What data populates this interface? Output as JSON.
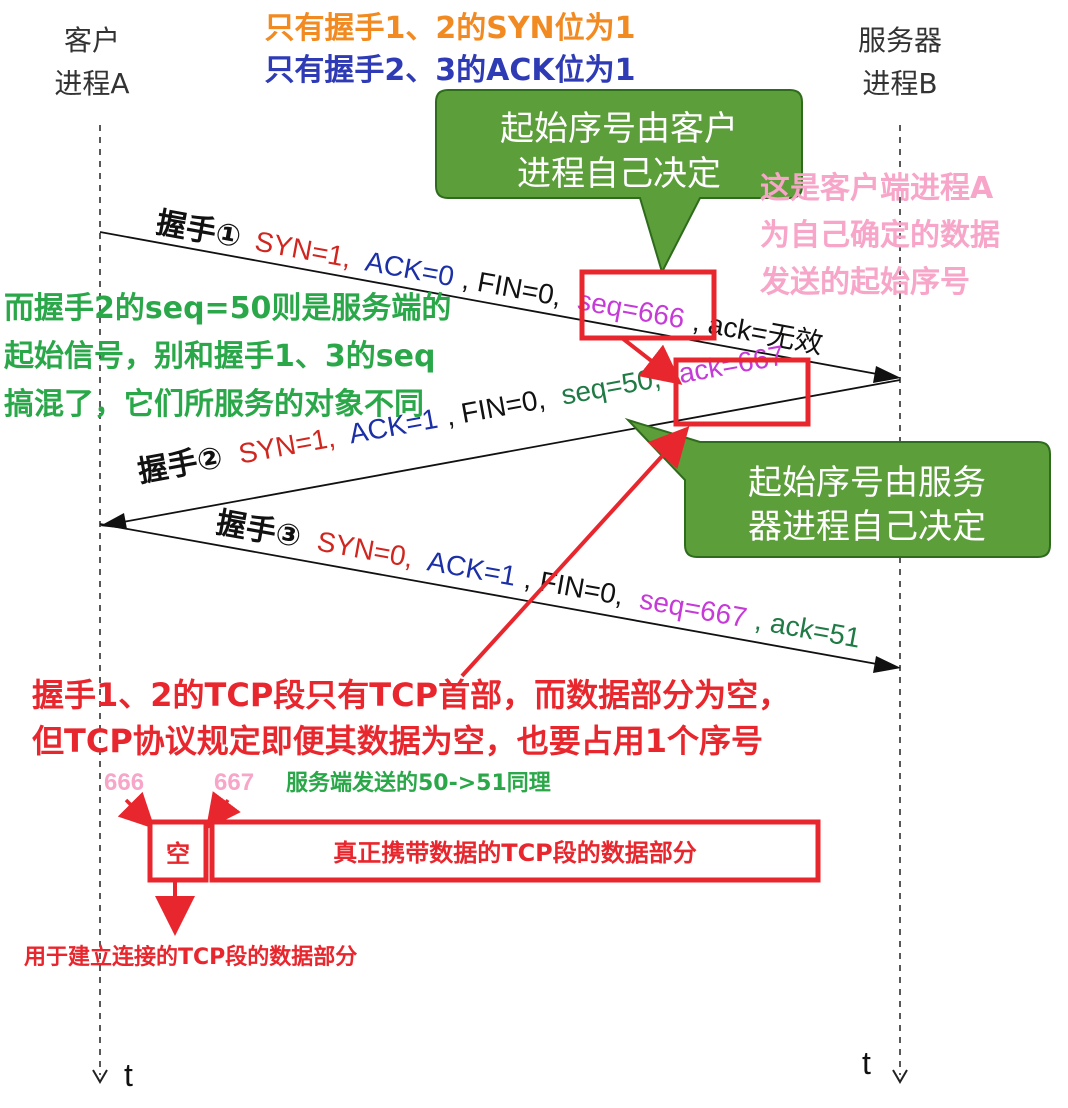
{
  "headers": {
    "client_line1": "客户",
    "client_line2": "进程A",
    "server_line1": "服务器",
    "server_line2": "进程B"
  },
  "top_notes": {
    "syn_note": "只有握手1、2的SYN位为1",
    "ack_note": "只有握手2、3的ACK位为1"
  },
  "callouts": {
    "client_seq_line1": "起始序号由客户",
    "client_seq_line2": "进程自己决定",
    "server_seq_line1": "起始序号由服务",
    "server_seq_line2": "器进程自己决定"
  },
  "side_notes": {
    "pink_line1": "这是客户端进程A",
    "pink_line2": "为自己确定的数据",
    "pink_line3": "发送的起始序号",
    "green_line1": "而握手2的seq=50则是服务端的",
    "green_line2": "起始信号，别和握手1、3的seq",
    "green_line3": "搞混了，它们所服务的对象不同"
  },
  "handshakes": {
    "h1": {
      "label": "握手①",
      "syn": "SYN=1,",
      "ack": "ACK=0",
      "fin": ", FIN=0,",
      "seq": "seq=666",
      "ack_num": ", ack=无效"
    },
    "h2": {
      "label": "握手②",
      "syn": "SYN=1,",
      "ack": "ACK=1",
      "fin": ", FIN=0,",
      "seq": "seq=50,",
      "ack_num": "ack=667"
    },
    "h3": {
      "label": "握手③",
      "syn": "SYN=0,",
      "ack": "ACK=1",
      "fin": ", FIN=0,",
      "seq": "seq=667",
      "ack_num": ", ack=51"
    }
  },
  "bottom": {
    "note_line1": "握手1、2的TCP段只有TCP首部，而数据部分为空，",
    "note_line2": "但TCP协议规定即便其数据为空，也要占用1个序号",
    "num_666": "666",
    "num_667": "667",
    "server_same": "服务端发送的50->51同理",
    "empty_box": "空",
    "data_box": "真正携带数据的TCP段的数据部分",
    "empty_desc": "用于建立连接的TCP段的数据部分"
  },
  "axis": {
    "client_t": "t",
    "server_t": "t"
  },
  "colors": {
    "orange": "#f28a22",
    "blue": "#2e3bb5",
    "pink": "#f7a5c8",
    "green": "#2aa748",
    "red": "#e8262d",
    "callout_fill": "#5c9e3a",
    "syn_red": "#d0261f",
    "ack_blue": "#1b2fa6",
    "seq_magenta": "#c63ad8",
    "seq_green": "#1f7a45"
  },
  "icons": [
    "arrow-right-icon",
    "arrow-left-icon",
    "arrow-down-icon"
  ]
}
